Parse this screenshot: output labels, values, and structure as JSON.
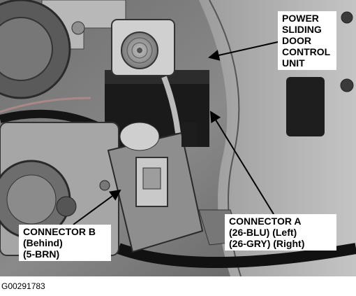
{
  "callouts": {
    "power_unit": "POWER\nSLIDING\nDOOR\nCONTROL\nUNIT",
    "connector_b": "CONNECTOR B\n(Behind)\n(5-BRN)",
    "connector_a": "CONNECTOR A\n(26-BLU) (Left)\n(26-GRY) (Right)"
  },
  "figure_id": "G00291783"
}
